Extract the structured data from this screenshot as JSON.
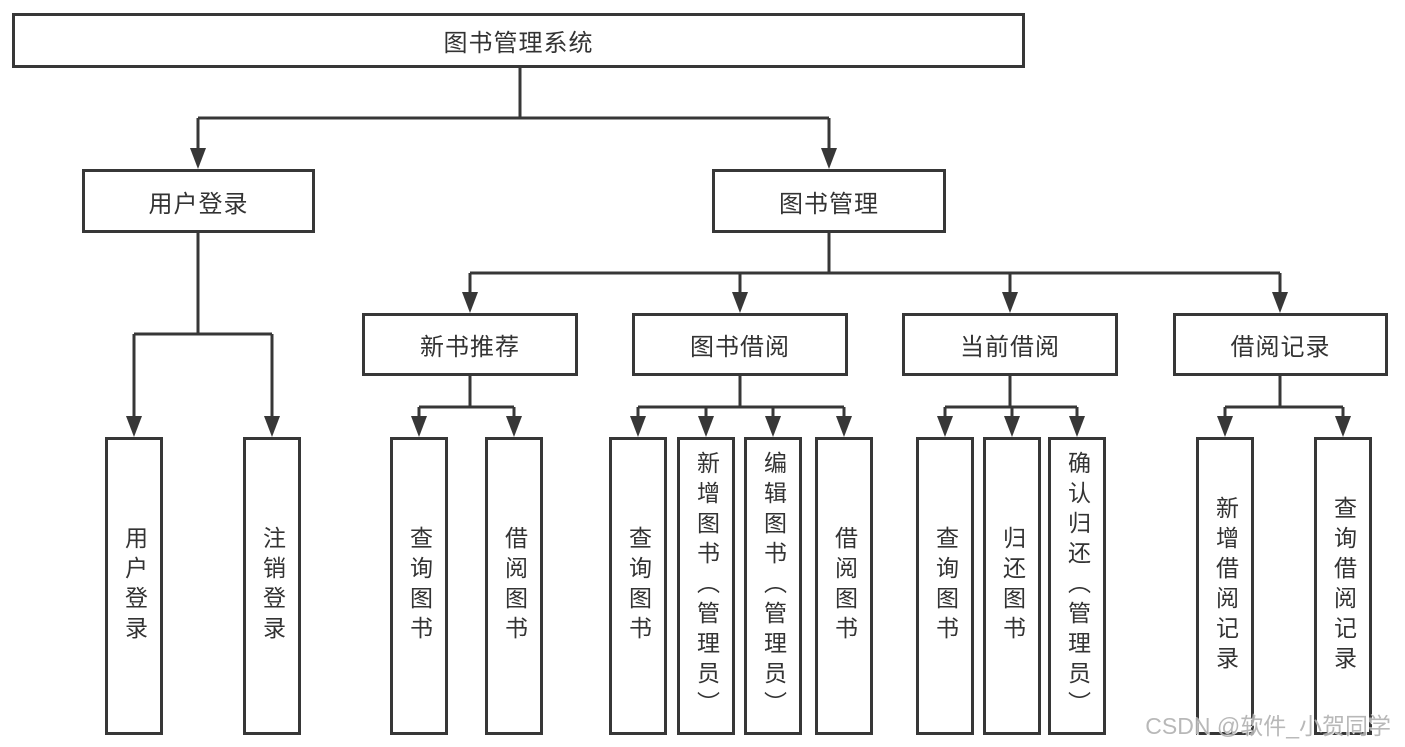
{
  "tree": {
    "root": "图书管理系统",
    "children": [
      {
        "label": "用户登录",
        "children": [
          "用户登录",
          "注销登录"
        ]
      },
      {
        "label": "图书管理",
        "children": [
          {
            "label": "新书推荐",
            "children": [
              "查询图书",
              "借阅图书"
            ]
          },
          {
            "label": "图书借阅",
            "children": [
              "查询图书",
              "新增图书（管理员）",
              "编辑图书（管理员）",
              "借阅图书"
            ]
          },
          {
            "label": "当前借阅",
            "children": [
              "查询图书",
              "归还图书",
              "确认归还（管理员）"
            ]
          },
          {
            "label": "借阅记录",
            "children": [
              "新增借阅记录",
              "查询借阅记录"
            ]
          }
        ]
      }
    ]
  },
  "watermark": {
    "text": "CSDN @软件_小贺同学"
  },
  "colors": {
    "line": "#373737",
    "text": "#333333",
    "background": "#ffffff",
    "watermark": "#b3b3b3"
  }
}
